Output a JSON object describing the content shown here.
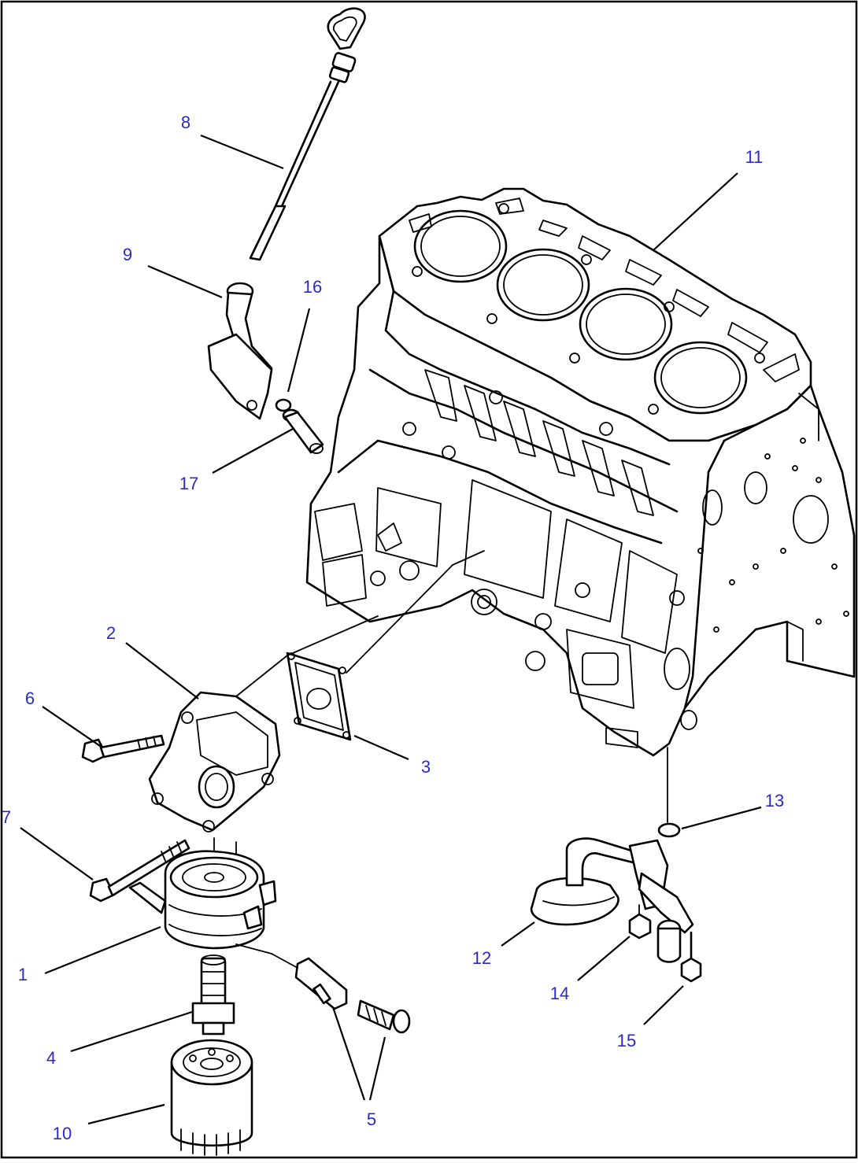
{
  "callouts": {
    "c1": "1",
    "c2": "2",
    "c3": "3",
    "c4": "4",
    "c5": "5",
    "c6": "6",
    "c7": "7",
    "c8": "8",
    "c9": "9",
    "c10": "10",
    "c11": "11",
    "c12": "12",
    "c13": "13",
    "c14": "14",
    "c15": "15",
    "c16": "16",
    "c17": "17"
  },
  "colors": {
    "callout_text": "#2a2acc",
    "line_art": "#000000",
    "background": "#ffffff"
  }
}
